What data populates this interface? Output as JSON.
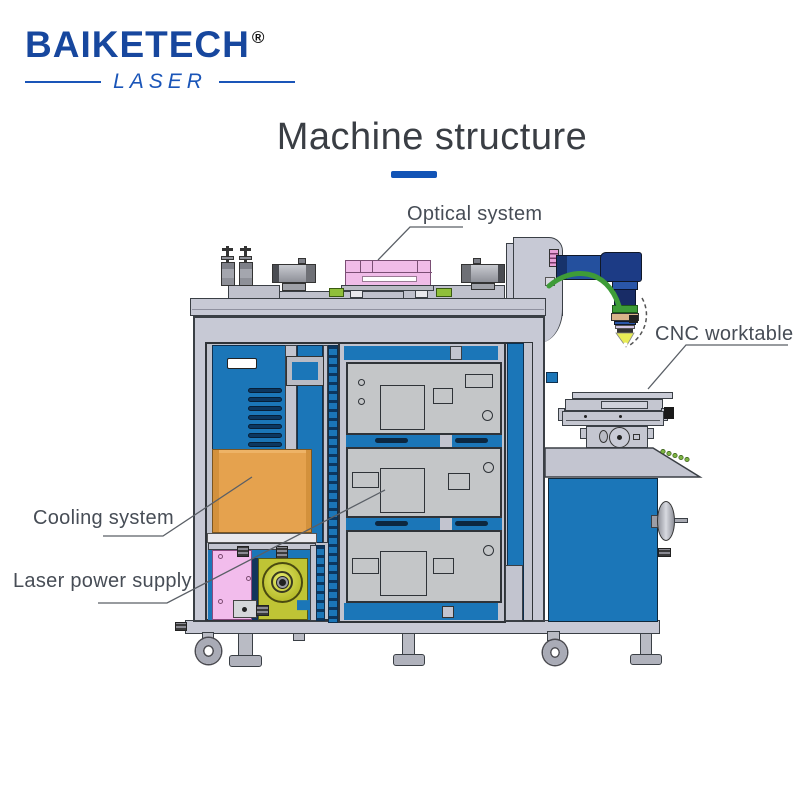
{
  "logo": {
    "brand": "BAIKETECH",
    "registered": "®",
    "subtitle": "LASER"
  },
  "title": {
    "text": "Machine structure"
  },
  "labels": {
    "optical": "Optical system",
    "cnc": "CNC worktable",
    "cooling": "Cooling system",
    "power": "Laser power supply"
  },
  "colors": {
    "brand_blue": "#17479E",
    "accent_blue": "#1254B6",
    "machine_blue": "#1B76B8",
    "cabinet_gray": "#C7C9D5",
    "cooling_orange": "#E5A24E",
    "power_supply_pink": "#F2BCEC",
    "optical_pink": "#F0BCE8",
    "feeder_yellow": "#BFC435",
    "cable_green": "#3E9C38",
    "laser_head_navy": "#1B2F6E",
    "label_gray": "#474D56"
  }
}
